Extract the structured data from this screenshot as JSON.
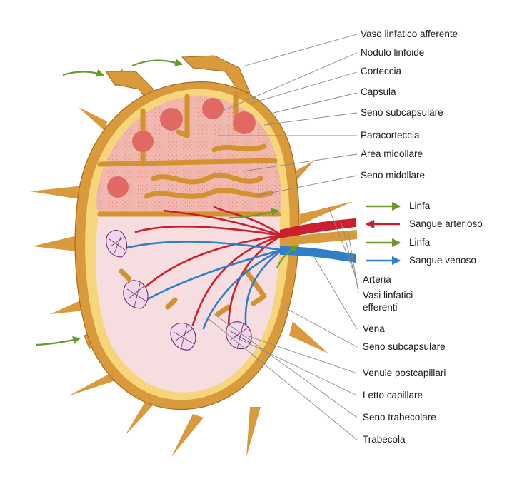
{
  "labels": {
    "vaso_linfatico_afferente": "Vaso linfatico afferente",
    "nodulo_linfoide": "Nodulo linfoide",
    "corteccia": "Corteccia",
    "capsula": "Capsula",
    "seno_subcapsulare_top": "Seno subcapsulare",
    "paracorteccia": "Paracorteccia",
    "area_midollare": "Area midollare",
    "seno_midollare": "Seno midollare",
    "arteria": "Arteria",
    "vasi_linfatici_efferenti": "Vasi linfatici\nefferenti",
    "vena": "Vena",
    "seno_subcapsulare_bottom": "Seno subcapsulare",
    "venule_postcapillari": "Venule postcapillari",
    "letto_capillare": "Letto capillare",
    "seno_trabecolare": "Seno trabecolare",
    "trabecola": "Trabecola"
  },
  "legend": {
    "linfa_in": "Linfa",
    "sangue_arterioso": "Sangue arterioso",
    "linfa_out": "Linfa",
    "sangue_venoso": "Sangue venoso"
  },
  "colors": {
    "capsule": "#d99a3c",
    "subcapsular_sinus": "#f7d57a",
    "cortex": "#f0b8ae",
    "nodule": "#e06a63",
    "medulla": "#f6dde0",
    "trabecula": "#d4912f",
    "artery": "#cc1f2d",
    "vein": "#2e7ec8",
    "lymph_arrow": "#6b9a2a",
    "leader_line": "#888888"
  }
}
